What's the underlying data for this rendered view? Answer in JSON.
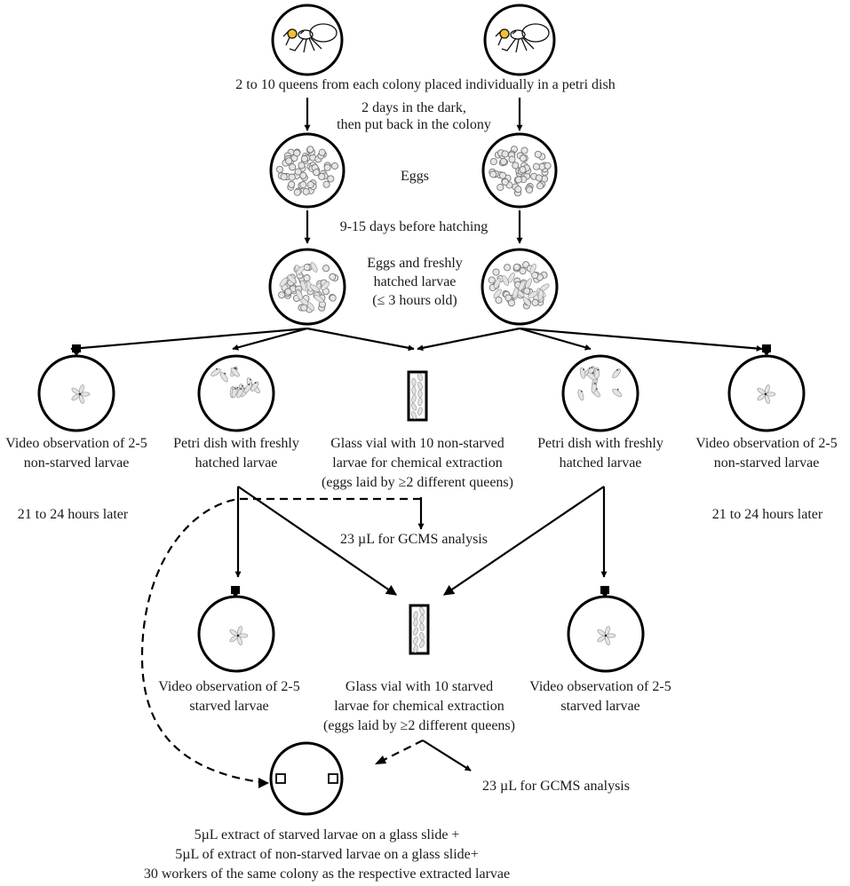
{
  "labels": {
    "queens": "2 to 10 queens from each colony placed individually in a petri dish",
    "dark_1": "2 days in the dark,",
    "dark_2": "then put back in the colony",
    "eggs": "Eggs",
    "hatch_days": "9-15 days before hatching",
    "fresh_1": "Eggs and freshly",
    "fresh_2": "hatched larvae",
    "fresh_3": "(≤ 3 hours old)",
    "video_ns_1": "Video observation of 2-5",
    "video_ns_2": "non-starved larvae",
    "petri_1": "Petri dish with freshly",
    "petri_2": "hatched larvae",
    "vial_ns_1": "Glass vial with 10 non-starved",
    "vial_ns_2": "larvae for chemical extraction",
    "vial_ns_3": "(eggs laid by ≥2 different queens)",
    "later": "21 to 24 hours later",
    "gcms": "23 µL for GCMS analysis",
    "video_s_1": "Video observation of 2-5",
    "video_s_2": "starved larvae",
    "vial_s_1": "Glass vial with 10 starved",
    "vial_s_2": "larvae for chemical extraction",
    "vial_s_3": "(eggs laid by ≥2 different queens)",
    "final_1": "5µL extract of starved larvae on a glass slide +",
    "final_2": "5µL of extract of non-starved larvae on a glass slide+",
    "final_3": "30 workers of the same colony as the respective extracted larvae"
  },
  "icons": {
    "ant": "ant-queen-icon",
    "camera": "video-camera-icon",
    "eggs": "egg-cluster-icon",
    "larvae": "larva-icon",
    "vial": "glass-vial-icon",
    "slide": "glass-slide-icon"
  },
  "colors": {
    "ink": "#000000",
    "text": "#1a1a1a",
    "egg_fill": "#e6e6e6",
    "ant_highlight": "#f2c230"
  }
}
